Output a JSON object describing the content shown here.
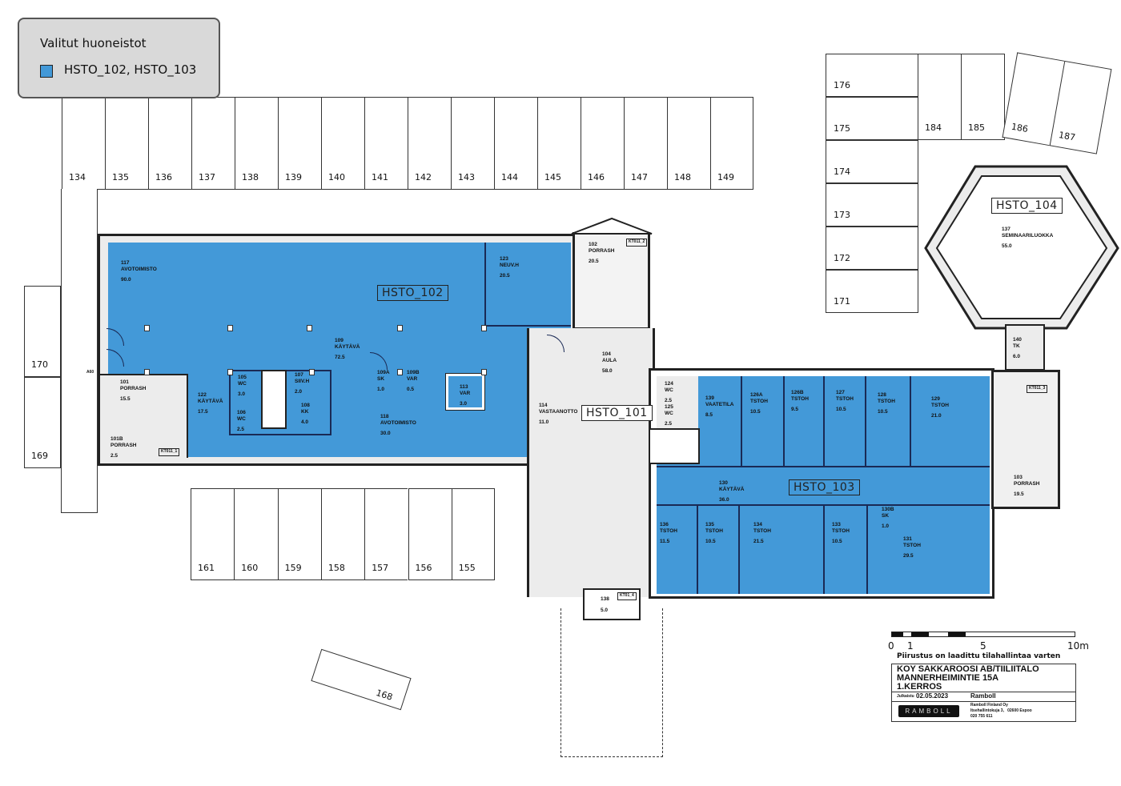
{
  "legend": {
    "title": "Valitut huoneistot",
    "selection": "HSTO_102, HSTO_103",
    "swatch_color": "#4399d8"
  },
  "parking_top": [
    "134",
    "135",
    "136",
    "137",
    "138",
    "139",
    "140",
    "141",
    "142",
    "143",
    "144",
    "145",
    "146",
    "147",
    "148",
    "149"
  ],
  "parking_left": [
    "170",
    "169"
  ],
  "parking_bottom": [
    "161",
    "160",
    "159",
    "158",
    "157",
    "156",
    "155"
  ],
  "parking_right_col": [
    "176",
    "175",
    "174",
    "173",
    "172",
    "171"
  ],
  "parking_right_row": [
    "184",
    "185",
    "186",
    "187"
  ],
  "parking_isolated": "168",
  "units": {
    "hsto_102": "HSTO_102",
    "hsto_101": "HSTO_101",
    "hsto_103": "HSTO_103",
    "hsto_104": "HSTO_104"
  },
  "rooms": [
    {
      "no": "117",
      "name": "AVOTOIMISTO",
      "area": "90.0"
    },
    {
      "no": "123",
      "name": "NEUV.H",
      "area": "20.5"
    },
    {
      "no": "109",
      "name": "KÄYTÄVÄ",
      "area": "72.5"
    },
    {
      "no": "101",
      "name": "PORRASH",
      "area": "15.5"
    },
    {
      "no": "101B",
      "name": "PORRASH",
      "area": "2.5"
    },
    {
      "no": "122",
      "name": "KÄYTÄVÄ",
      "area": "17.5"
    },
    {
      "no": "105",
      "name": "WC",
      "area": "3.0"
    },
    {
      "no": "106",
      "name": "WC",
      "area": "2.5"
    },
    {
      "no": "107",
      "name": "SIIV.H",
      "area": "2.0"
    },
    {
      "no": "108",
      "name": "KK",
      "area": "4.0"
    },
    {
      "no": "109A",
      "name": "SK",
      "area": "1.0"
    },
    {
      "no": "109B",
      "name": "VAR",
      "area": "0.5"
    },
    {
      "no": "113",
      "name": "VAR",
      "area": "3.0"
    },
    {
      "no": "118",
      "name": "AVOTOIMISTO",
      "area": "30.0"
    },
    {
      "no": "102",
      "name": "PORRASH",
      "area": "20.5"
    },
    {
      "no": "104",
      "name": "AULA",
      "area": "58.0"
    },
    {
      "no": "114",
      "name": "VASTAANOTTO",
      "area": "11.0"
    },
    {
      "no": "124",
      "name": "WC",
      "area": "2.5"
    },
    {
      "no": "125",
      "name": "WC",
      "area": "2.5"
    },
    {
      "no": "139",
      "name": "VAATETILA",
      "area": "8.5"
    },
    {
      "no": "126A",
      "name": "TSTOH",
      "area": "10.5"
    },
    {
      "no": "126B",
      "name": "TSTOH",
      "area": "9.5"
    },
    {
      "no": "127",
      "name": "TSTOH",
      "area": "10.5"
    },
    {
      "no": "128",
      "name": "TSTOH",
      "area": "10.5"
    },
    {
      "no": "129",
      "name": "TSTOH",
      "area": "21.0"
    },
    {
      "no": "130",
      "name": "KÄYTÄVÄ",
      "area": "36.0"
    },
    {
      "no": "136",
      "name": "TSTOH",
      "area": "11.5"
    },
    {
      "no": "135",
      "name": "TSTOH",
      "area": "10.5"
    },
    {
      "no": "134",
      "name": "TSTOH",
      "area": "21.5"
    },
    {
      "no": "133",
      "name": "TSTOH",
      "area": "10.5"
    },
    {
      "no": "130B",
      "name": "SK",
      "area": "1.0"
    },
    {
      "no": "131",
      "name": "TSTOH",
      "area": "29.5"
    },
    {
      "no": "103",
      "name": "PORRASH",
      "area": "19.5"
    },
    {
      "no": "137",
      "name": "SEMINAARILUOKKA",
      "area": "55.0"
    },
    {
      "no": "140",
      "name": "TK",
      "area": "6.0"
    },
    {
      "no": "138",
      "name": "",
      "area": "5.0"
    }
  ],
  "tags": {
    "kt1": "KT011_1",
    "kt2": "KT011_2",
    "kt3": "KT011_3",
    "kt4": "KT01_4",
    "a60": "A60"
  },
  "scale": {
    "t0": "0",
    "t1": "1",
    "t5": "5",
    "t10": "10m"
  },
  "titleblock": {
    "note": "Piirustus on laadittu tilahallintaa varten",
    "line1": "KOY SAKKAROOSI AB/TIILIITALO",
    "line2": "MANNERHEIMINTIE 15A",
    "line3": "1.KERROS",
    "date_label": "Julkaistu",
    "date": "02.05.2023",
    "company": "Ramboll",
    "logo": "RAMBOLL",
    "address1": "Ramboll Finland Oy",
    "address2": "Itsehallintokuja 3,   02600 Espoo",
    "phone": "020 755 611"
  }
}
